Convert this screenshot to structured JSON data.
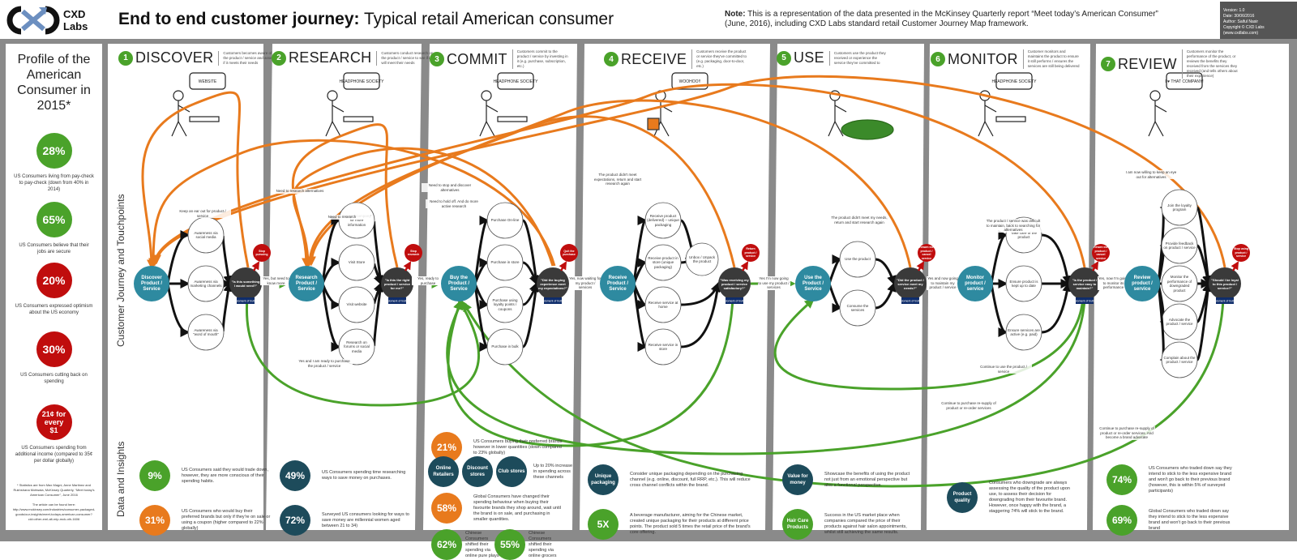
{
  "header": {
    "logo_line1": "CXD",
    "logo_line2": "Labs",
    "title_bold": "End to end customer journey:",
    "title_rest": " Typical retail American consumer",
    "note_label": "Note:",
    "note_text": " This is a representation of the data presented in the McKinsey Quarterly report “Meet today’s American Consumer” (June, 2016), including CXD Labs standard retail Customer Journey Map framework.",
    "version": "Version: 1.0",
    "date": "Date: 30/06/2016",
    "author": "Author: Saiful Nasir",
    "copyright": "Copyright © CXD Labs (www.cxdlabs.com)"
  },
  "colors": {
    "green": "#4aa22a",
    "red": "#c00d0d",
    "orange": "#e87a1d",
    "navy": "#1d4b5b",
    "teal": "#2e8aa0",
    "dark": "#3a3a3a"
  },
  "profile": {
    "title": "Profile of the American Consumer in 2015*",
    "stats": [
      {
        "value": "28%",
        "color": "green",
        "desc": "US Consumers living from pay-check to pay-check (down from 40% in 2014)"
      },
      {
        "value": "65%",
        "color": "green",
        "desc": "US Consumers believe that their jobs are secure"
      },
      {
        "value": "20%",
        "color": "red",
        "desc": "US Consumers expressed optimism about the US economy"
      },
      {
        "value": "30%",
        "color": "red",
        "desc": "US Consumers cutting back on spending"
      },
      {
        "value": "21¢ for every $1",
        "color": "red",
        "desc": "US Consumers spending from additional income (compared to 35¢ per dollar globally)"
      }
    ],
    "source1": "* Statistics are from Max Magni, Anne Martinez and Rukhshana Motiwala, McKinsey Quarterly, “Meet today’s American Consumer”, June 2016",
    "source2": "The article can be found here: http://www.mckinsey.com/industries/consumer-packaged-goods/our-insights/meet-todays-american-consumer?cid=other-eml-alt-mip-mck-oth-1606"
  },
  "row_labels": {
    "journey": "Customer Journey and Touchpoints",
    "insights": "Data and Insights"
  },
  "stages": [
    {
      "num": "1",
      "name": "DISCOVER",
      "desc": "Customers becomes aware of the product / service and assess if it meets their needs"
    },
    {
      "num": "2",
      "name": "RESEARCH",
      "desc": "Customers conduct research on the product / service to see if it will meet their needs"
    },
    {
      "num": "3",
      "name": "COMMIT",
      "desc": "Customers commit to the product / service by investing in it (e.g. purchase, subscription, etc.)"
    },
    {
      "num": "4",
      "name": "RECEIVE",
      "desc": "Customers receive the product or service they've committed to (e.g. packaging, door-to-door, etc.)"
    },
    {
      "num": "5",
      "name": "USE",
      "desc": "Customers use the product they received or experience the service they've committed to"
    },
    {
      "num": "6",
      "name": "MONITOR",
      "desc": "Customer monitors and maintains the product to ensure it still performs / ensures the services are still being delivered"
    },
    {
      "num": "7",
      "name": "REVIEW",
      "desc": "Customers monitor the performance of the product, or reviews the benefits they received from the services they received (and tells others about their experience)"
    }
  ],
  "sketches": [
    "WEBSITE",
    "HEADPHONE SOCIETY",
    "HEADPHONE SOCIETY",
    "WOOHOO!!",
    "",
    "HEADPHONE SOCIETY",
    "I ♥ THAT COMPANY!"
  ],
  "journey": {
    "start_nodes": [
      "Discover Product / Service",
      "Research Product / Service",
      "Buy the Product / Service",
      "Receive Product / Service",
      "Use the Product / Service",
      "Monitor product / service",
      "Review product / service"
    ],
    "decision_nodes": [
      "\"Is this something I would need?\"",
      "\"Is this the right product / service for me?\"",
      "\"Did the buying experience meet my expectations?\"",
      "\"Was receiving my product / service satisfactory?\"",
      "\"Did the product / service meet my needs?\"",
      "\"Is the product / service easy to maintain?\"",
      "\"Should I be loyal to this product / service?\""
    ],
    "moment_of_truth": "Moment of truth",
    "exit_nodes": [
      "Stop pursuing",
      "Stop research",
      "Quit the purchase",
      "Return product / service",
      "Return the product / cancel service",
      "Return the product / cancel service",
      "Stop using product / service"
    ],
    "touchpoints": [
      [
        "Awareness via social media",
        "Awareness via marketing channels",
        "Awareness via \"word of mouth\""
      ],
      [
        "Contact company for more information",
        "Visit Store",
        "Visit website",
        "Research on forums or social media"
      ],
      [
        "Purchase On-line",
        "Purchase in store",
        "Purchase using loyalty points / coupons",
        "Purchase in bulk"
      ],
      [
        "Receive product (delivered) – unique packaging",
        "Receive product in store (unique packaging)",
        "Receive service at home",
        "Receive service in store"
      ],
      [
        "Use the product",
        "Consume the services"
      ],
      [
        "Take care of the product",
        "Ensure product is kept up to date",
        "Ensure services are active (e.g. paid)"
      ],
      [
        "Join the loyalty program",
        "Provide feedback on product / service",
        "Monitor the performance of downgraded product",
        "Advocate the product / service",
        "Complain about the product / service"
      ]
    ],
    "unbox_node": "Unbox / Unpack the product",
    "transitions": [
      "Yes, but need to know more",
      "Yes, ready to purchase",
      "Yes, now waiting for my product / services",
      "Yes I'm now going to use my product / services",
      "Yes and now going to maintain my product / service",
      "Yes, now I'm going to monitor its performance"
    ],
    "loop_labels": {
      "keep_ear": "Keep an ear out for product / service",
      "need_research": "Need to research alternatives",
      "need_reresearch": "Need to research",
      "stop_discover": "Need to stop and discover alternatives",
      "hold_off": "Need to hold off. And do more active research",
      "not_meet_receive": "The product didn't meet expectations, return and start research again",
      "not_meet_use": "The product didn't meet my needs, return and start research again",
      "difficult_maintain": "The product / service was difficult to maintain, back to searching for alternatives",
      "keep_eye": "I am now willing to keep an eye out for alternatives",
      "ready_purchase": "Yes and I am ready to purchase the product / service",
      "continue_use": "Continue to use the product / service",
      "continue_resupply": "Continue to purchase re-supply of product or re-order services",
      "brand_advocate": "Continue to purchase re-supply of product or re-order services. And become a brand advocate"
    }
  },
  "insights": [
    [
      {
        "value": "9%",
        "color": "green",
        "text": "US Consumers said they would trade down, however, they are more conscious of their spending habits."
      },
      {
        "value": "31%",
        "color": "orange",
        "text": "US Consumers who would buy their preferred brands but only if they're on sale or using a coupon (higher compared to 22% globally)"
      }
    ],
    [
      {
        "value": "49%",
        "color": "navy",
        "text": "US Consumers spending time researching ways to save money on purchases."
      },
      {
        "value": "72%",
        "color": "navy",
        "text": "Surveyed US consumers looking for ways to save money are millennial women aged between 21 to 34)"
      }
    ],
    [
      {
        "value": "21%",
        "color": "orange",
        "text": "US Consumers buying their preferred brands however in lower quantities (down compared to 23% globally)"
      },
      {
        "channels": [
          "Online Retailers",
          "Discount stores",
          "Club stores"
        ],
        "text": "Up to 20% increase in spending across these channels"
      },
      {
        "value": "58%",
        "color": "orange",
        "text": "Global Consumers have changed their spending behaviour when buying their favourite brands they shop around, wait until the brand is on sale, and purchasing in smaller quantities."
      },
      {
        "value": "62%",
        "color": "green",
        "text": "Chinese Consumers shifted their spending via online pure plays"
      },
      {
        "value": "55%",
        "color": "green",
        "text": "Chinese Consumers shifted their spending via online grocers"
      }
    ],
    [
      {
        "value": "Unique packaging",
        "color": "navy",
        "text": "Consider unique packaging depending on the purchasing channel (e.g. online, discount, full RRP, etc.). This will reduce cross channel conflicts within the brand."
      },
      {
        "value": "5X",
        "color": "green",
        "text": "A beverage manufacturer, aiming for the Chinese market, created unique packaging for their products at different price points. The product sold 5 times the retail price of the brand's core offering."
      }
    ],
    [
      {
        "value": "Value for money",
        "color": "navy",
        "text": "Showcase the benefits of using the product not just from an emotional perspective but also a functional perspective."
      },
      {
        "value": "Hair Care Products",
        "color": "green",
        "text": "Success in the US market place when companies compared the price of their products against hair salon appointments, whilst still achieving the same results."
      }
    ],
    [
      {
        "value": "Product quality",
        "color": "navy",
        "text": "Consumers who downgrade are always assessing the quality of the product upon use, to assess their decision for downgrading from their favourite brand. However, once happy with the brand, a staggering 74% will stick to the brand."
      }
    ],
    [
      {
        "value": "74%",
        "color": "green",
        "text": "US Consumers who traded down say they intend to stick to the less expensive brand and won't go back to their previous brand (however, this is within 5% of surveyed participants)"
      },
      {
        "value": "69%",
        "color": "green",
        "text": "Global Consumers who traded down say they intend to stick to the less expensive brand and won't go back to their previous brand"
      }
    ]
  ]
}
